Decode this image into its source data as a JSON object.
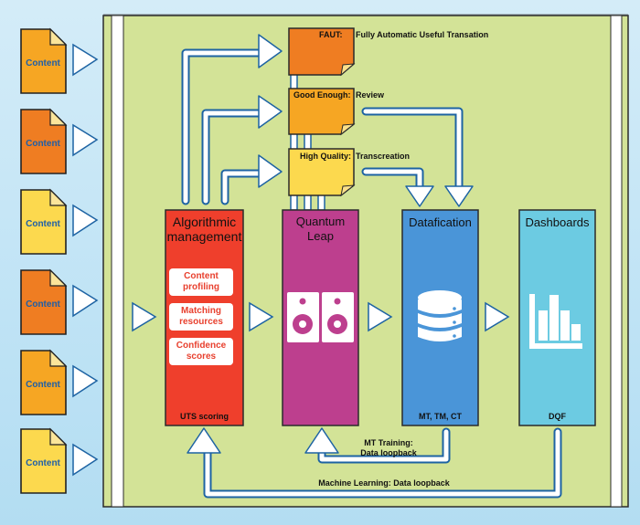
{
  "colors": {
    "background": "#c6e6f6",
    "panel": "#d3e397",
    "arrow_stroke": "#1d63a3",
    "doc_light_orange": "#f6a623",
    "doc_dark_orange": "#ef7d22",
    "doc_yellow": "#fcd94e",
    "algorithmic": "#ef3f2c",
    "quantum": "#bd3f8e",
    "datafication": "#4a95d8",
    "dashboards": "#6ccbe2"
  },
  "inputs": [
    {
      "label": "Content",
      "color": "#f6a623"
    },
    {
      "label": "Content",
      "color": "#ef7d22"
    },
    {
      "label": "Content",
      "color": "#fcd94e"
    },
    {
      "label": "Content",
      "color": "#ef7d22"
    },
    {
      "label": "Content",
      "color": "#f6a623"
    },
    {
      "label": "Content",
      "color": "#fcd94e"
    }
  ],
  "notes": [
    {
      "key": "FAUT:",
      "desc": "Fully Automatic Useful Transation",
      "color": "#ef7d22"
    },
    {
      "key": "Good Enough:",
      "desc": "Review",
      "color": "#f6a623"
    },
    {
      "key": "High Quality:",
      "desc": "Transcreation",
      "color": "#fcd94e"
    }
  ],
  "stages": {
    "algorithmic": {
      "title_line1": "Algorithmic",
      "title_line2": "management",
      "items": [
        {
          "line1": "Content",
          "line2": "profiling"
        },
        {
          "line1": "Matching",
          "line2": "resources"
        },
        {
          "line1": "Confidence",
          "line2": "scores"
        }
      ],
      "footer": "UTS scoring",
      "icon": "list-icon"
    },
    "quantum": {
      "title_line1": "Quantum",
      "title_line2": "Leap",
      "icon": "speakers-icon"
    },
    "datafication": {
      "title": "Datafication",
      "footer": "MT, TM, CT",
      "icon": "database-icon"
    },
    "dashboards": {
      "title": "Dashboards",
      "footer": "DQF",
      "icon": "bar-chart-icon"
    }
  },
  "loops": {
    "mt_training_line1": "MT Training:",
    "mt_training_line2": "Data loopback",
    "machine_learning": "Machine Learning: Data loopback"
  }
}
